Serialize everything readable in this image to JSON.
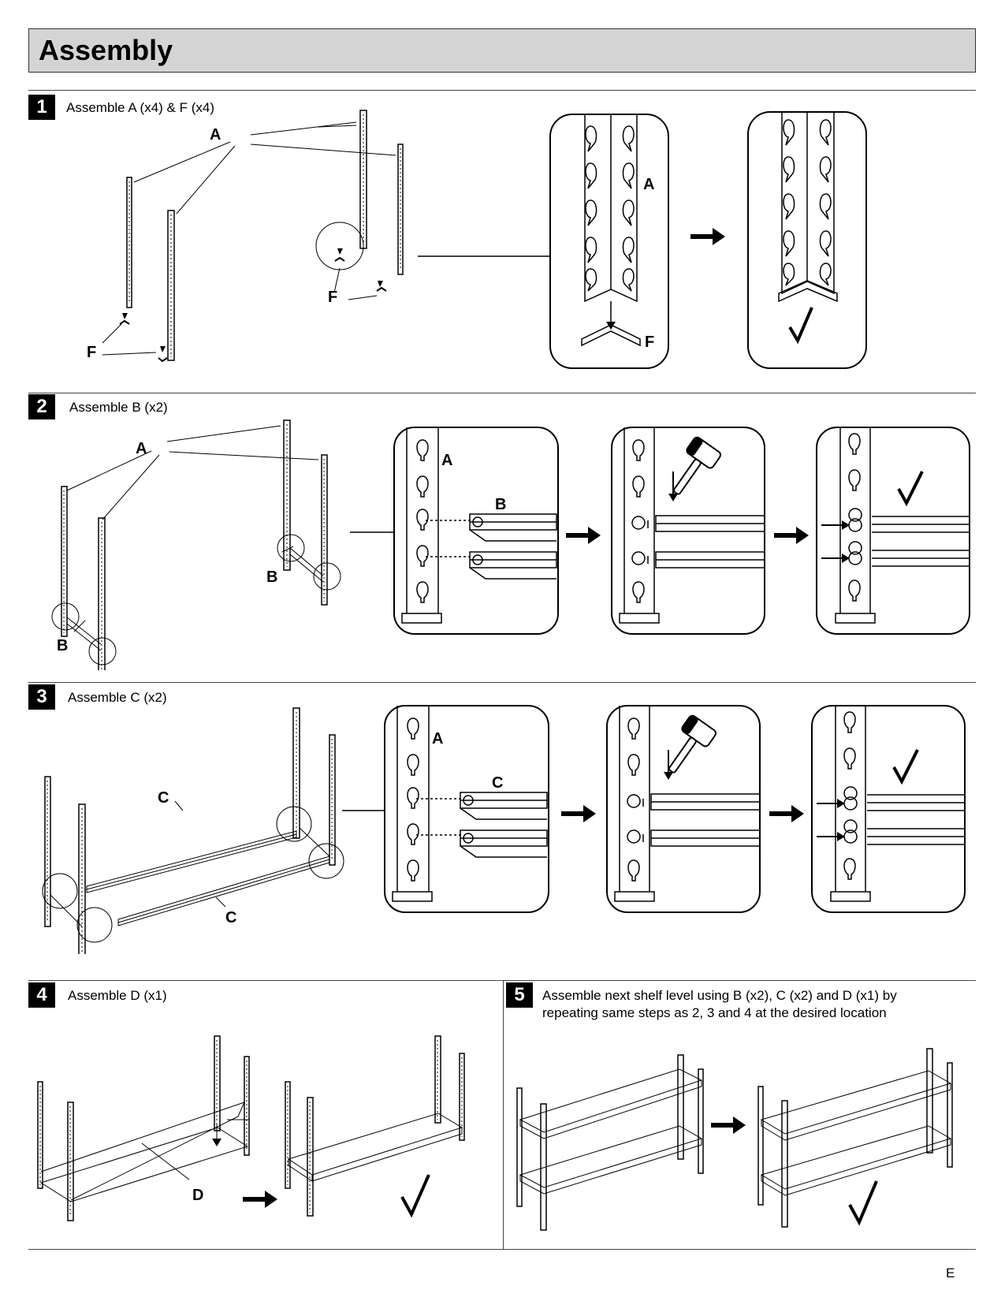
{
  "header": {
    "title": "Assembly"
  },
  "steps": [
    {
      "number": "1",
      "text": "Assemble A (x4) & F (x4)"
    },
    {
      "number": "2",
      "text": "Assemble B (x2)"
    },
    {
      "number": "3",
      "text": "Assemble C (x2)"
    },
    {
      "number": "4",
      "text": "Assemble D (x1)"
    },
    {
      "number": "5",
      "text_line1": "Assemble next shelf level using B (x2), C (x2) and D (x1) by",
      "text_line2": "repeating same steps as 2, 3 and 4 at the desired location"
    }
  ],
  "part_labels": {
    "A": "A",
    "B": "B",
    "C": "C",
    "D": "D",
    "F": "F"
  },
  "icons": [
    "arrow-right-icon",
    "checkmark-icon",
    "mallet-icon",
    "arrow-down-icon"
  ],
  "footer": {
    "page_letter": "E"
  }
}
